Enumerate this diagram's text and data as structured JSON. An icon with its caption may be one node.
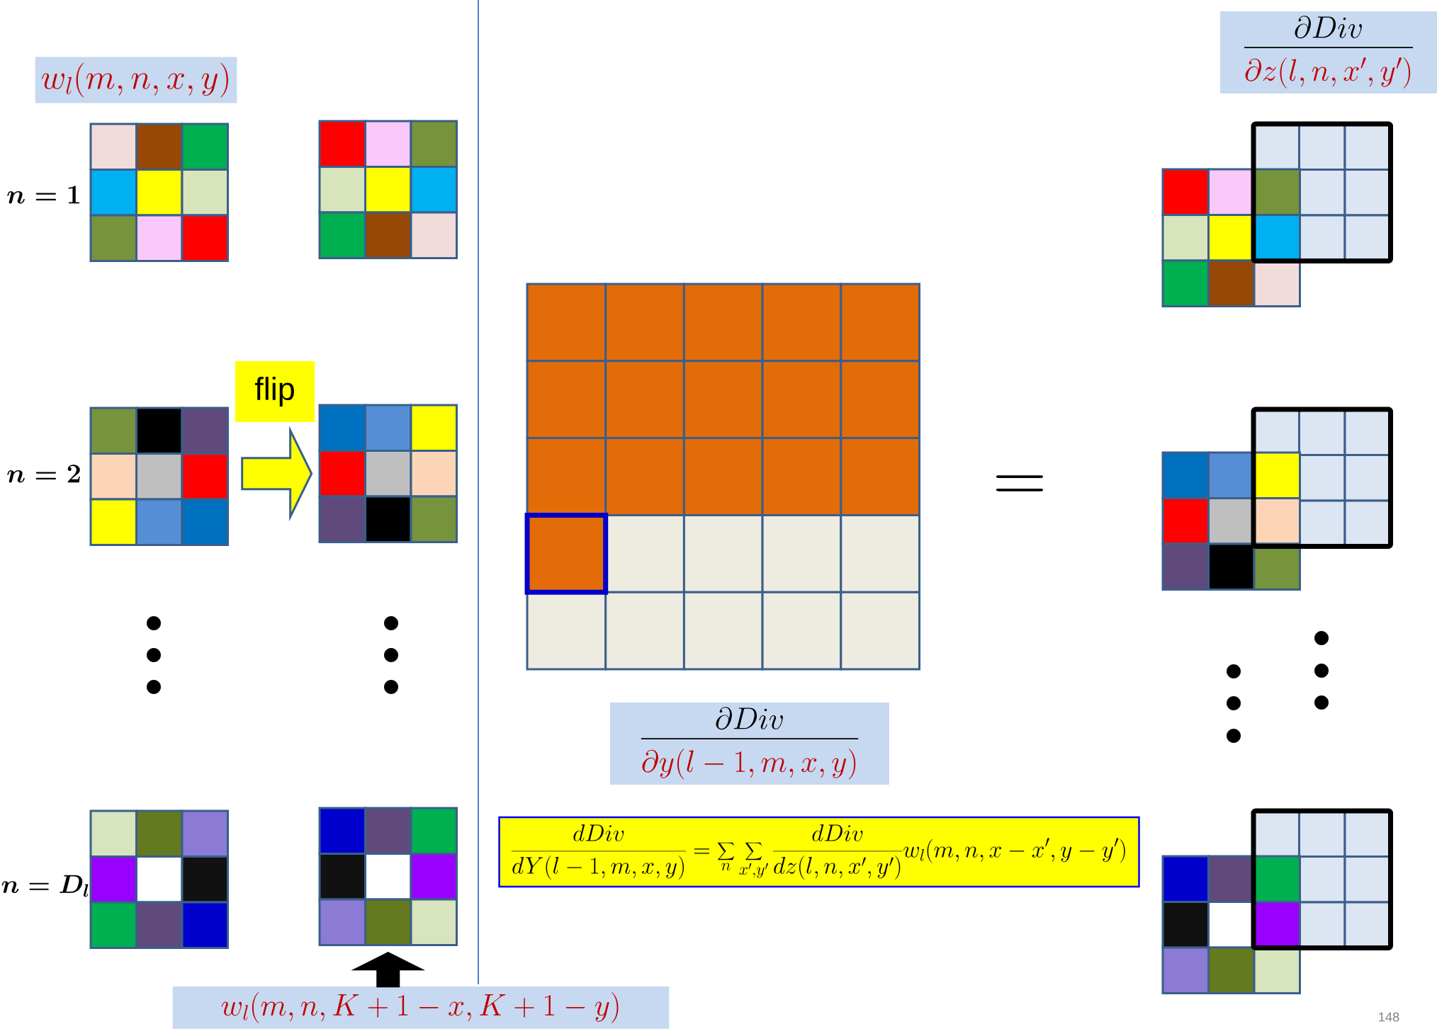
{
  "diagram": {
    "nodes": [
      {
        "text": [
          "w_l(m,n,x,y)"
        ]
      },
      {
        "text": [
          "flip"
        ]
      },
      {
        "text": [],
        "shape": "grid"
      },
      {
        "text": [],
        "shape": "grid"
      },
      {
        "text": [],
        "shape": "grid"
      },
      {
        "text": [
          "\\partial Div",
          "\\partial y(l-1,m,x,y)"
        ]
      },
      {
        "text": [
          "\\partial Div",
          "\\partial z(l,n,x',y')"
        ]
      },
      {
        "text": [
          "\\frac{dDiv}{dY(l-1,m,x,y)}=\\sum_{n}\\sum_{x',y'}\\frac{dDiv}{dz(l,n,x',y')}w_l(m,n,x-x',y-y')"
        ]
      },
      {
        "text": [
          "w_l(m,n,K+1-x,K+1-y)"
        ]
      }
    ],
    "edges": [
      {
        "from": 2,
        "to": 3,
        "arrow": "to"
      },
      {
        "from": 8,
        "to": 4,
        "arrow": "to"
      }
    ],
    "labels": [
      "\\boldsymbol{n=1}",
      "\\boldsymbol{n=2}",
      "\\boldsymbol{n=D_l}",
      "=",
      "148"
    ]
  }
}
